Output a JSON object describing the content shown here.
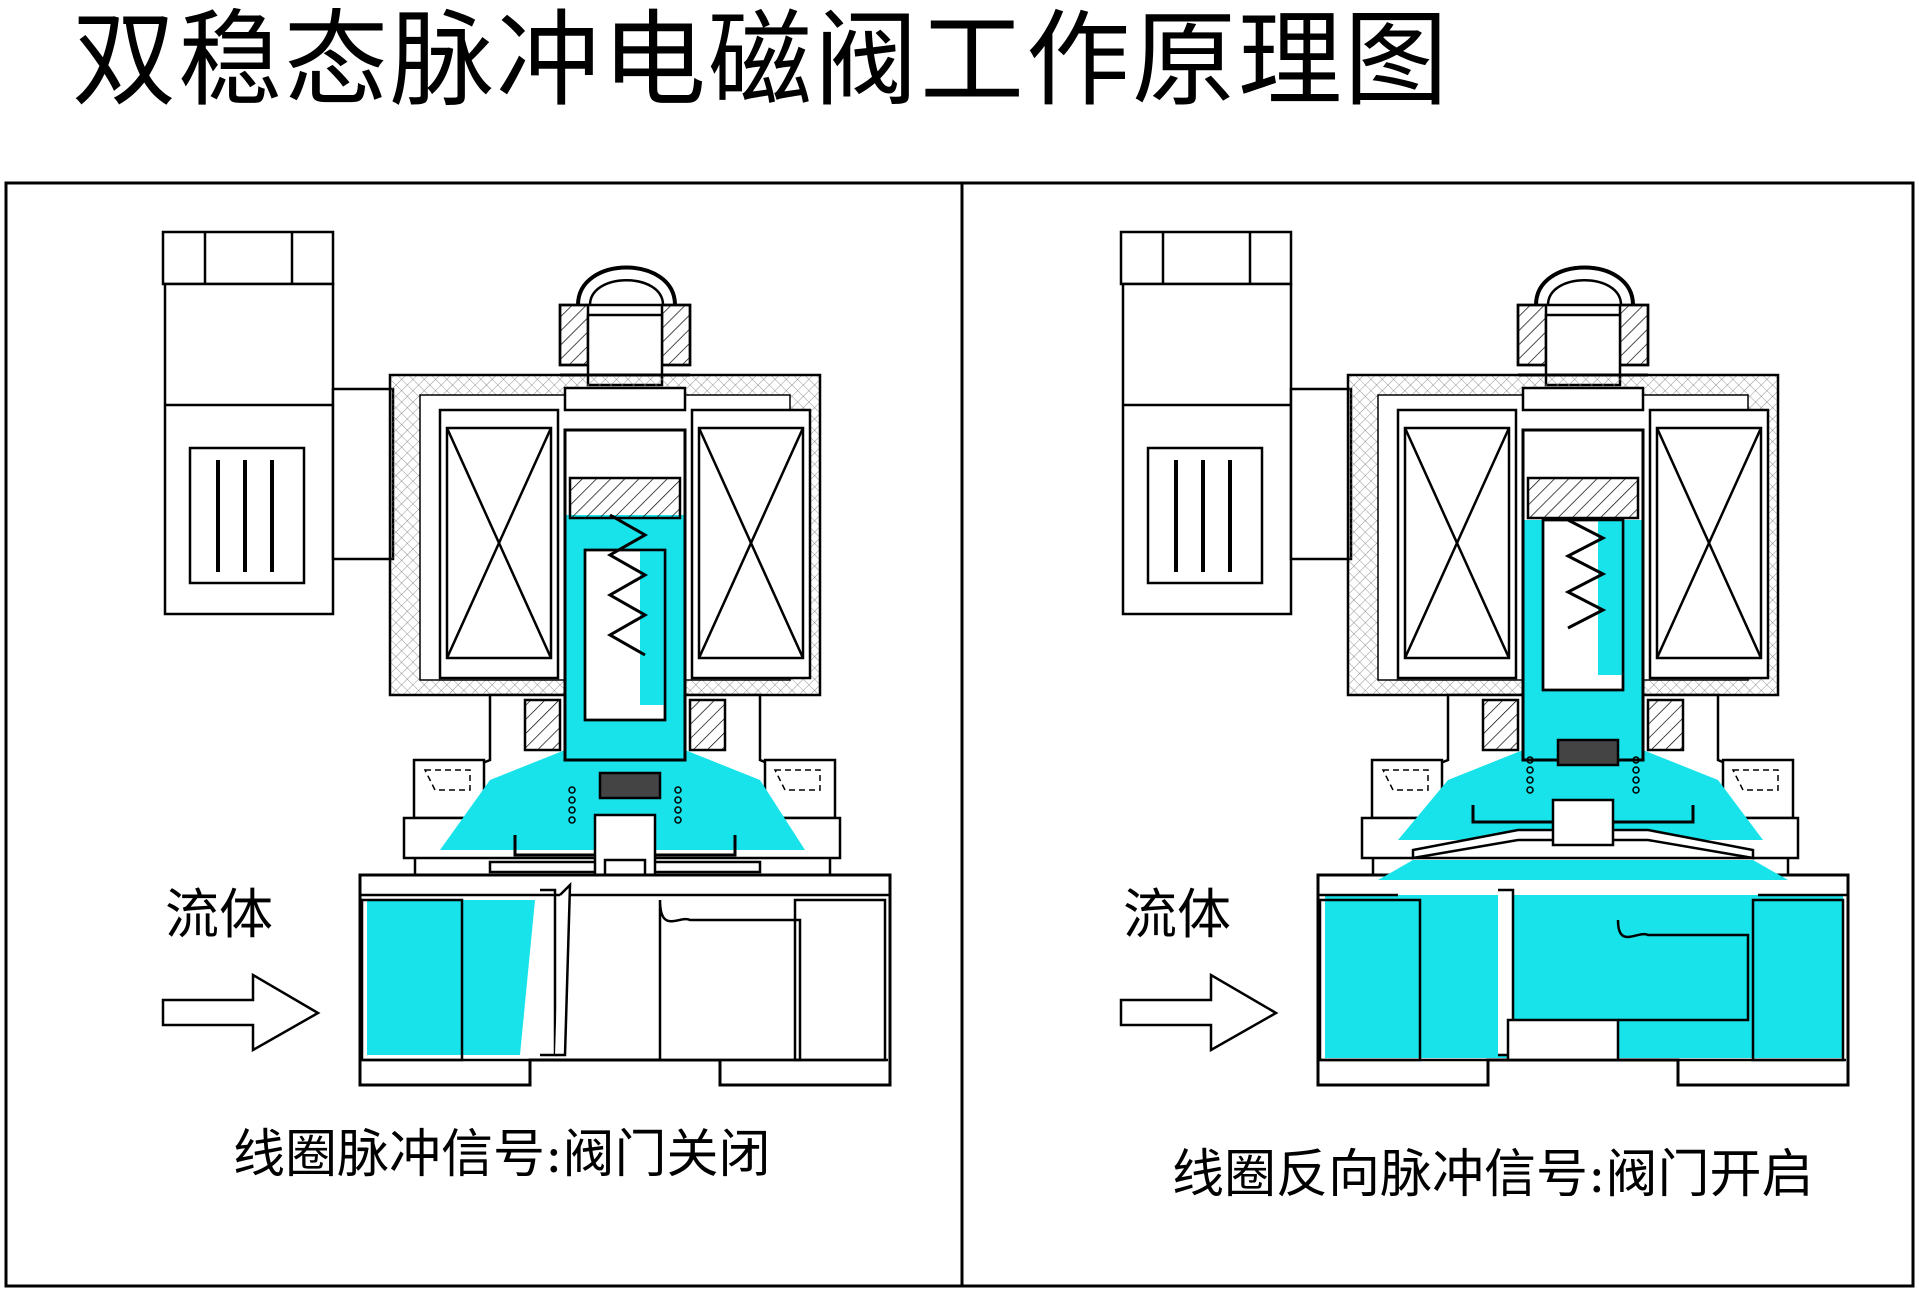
{
  "title": "双稳态脉冲电磁阀工作原理图",
  "colors": {
    "fluid": "#19e3ea",
    "line": "#000000",
    "background": "#ffffff",
    "armature": "#444444"
  },
  "panels": [
    {
      "fluid_label": "流体",
      "caption": "线圈脉冲信号:阀门关闭",
      "state": "closed"
    },
    {
      "fluid_label": "流体",
      "caption": "线圈反向脉冲信号:阀门开启",
      "state": "open"
    }
  ]
}
